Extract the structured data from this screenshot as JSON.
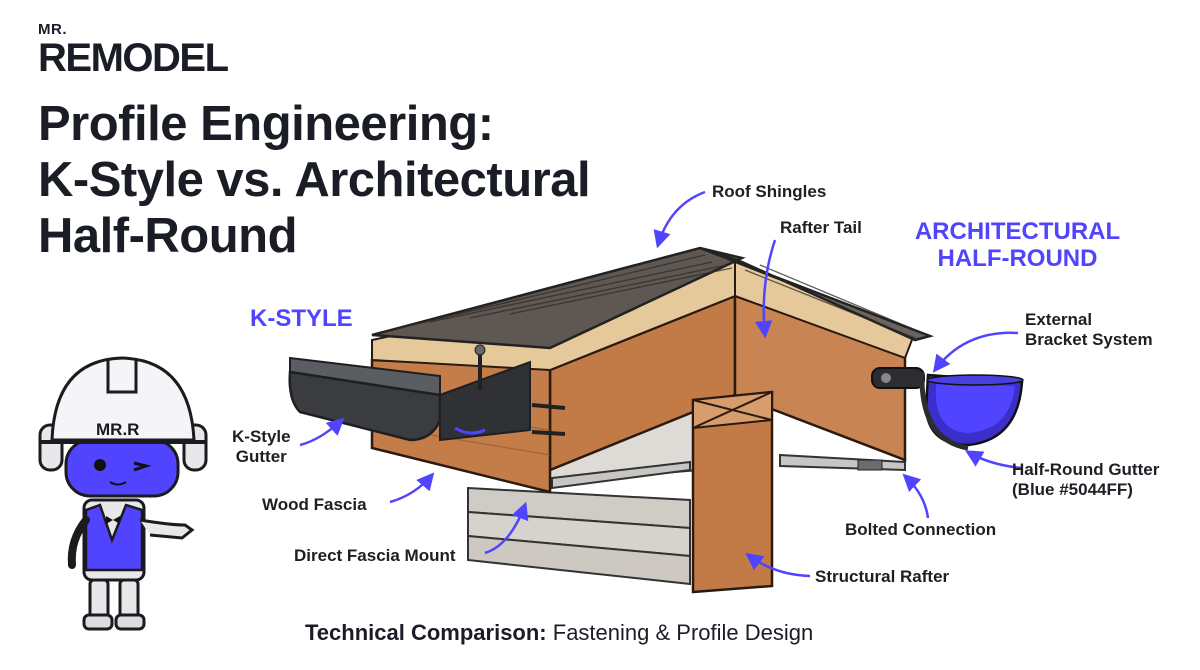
{
  "brand": {
    "line1": "MR.",
    "line2": "REMODEL"
  },
  "title_lines": [
    "Profile Engineering:",
    "K-Style vs. Architectural",
    "Half-Round"
  ],
  "headers": {
    "k_style": "K-STYLE",
    "half_round_line1": "ARCHITECTURAL",
    "half_round_line2": "HALF-ROUND"
  },
  "labels": {
    "roof_shingles": "Roof Shingles",
    "rafter_tail": "Rafter Tail",
    "external_bracket_1": "External",
    "external_bracket_2": "Bracket System",
    "k_style_gutter_1": "K-Style",
    "k_style_gutter_2": "Gutter",
    "wood_fascia": "Wood Fascia",
    "direct_fascia_mount": "Direct Fascia Mount",
    "half_round_gutter_1": "Half-Round Gutter",
    "half_round_gutter_2": "(Blue #5044FF)",
    "bolted_connection": "Bolted Connection",
    "structural_rafter": "Structural Rafter"
  },
  "mascot": {
    "helmet_text": "MR.R"
  },
  "footer": {
    "bold": "Technical Comparison:",
    "rest": " Fastening & Profile Design"
  },
  "colors": {
    "accent": "#5044FF",
    "text": "#1A1D26",
    "wood": "#C07A45",
    "shingle": "#5E5752",
    "gutter_dark": "#3A3C40"
  }
}
